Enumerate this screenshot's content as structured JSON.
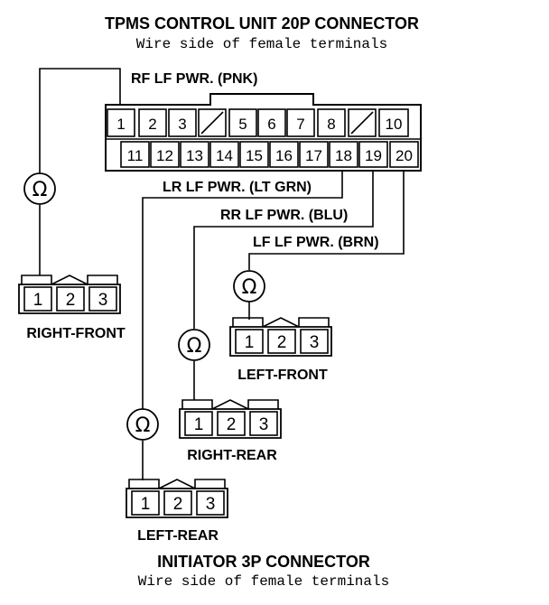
{
  "header": {
    "title": "TPMS CONTROL UNIT 20P CONNECTOR",
    "subtitle": "Wire side of female terminals"
  },
  "tpms_connector": {
    "top_row": [
      "1",
      "2",
      "3",
      "",
      "5",
      "6",
      "7",
      "8",
      "",
      "10"
    ],
    "bottom_row": [
      "11",
      "12",
      "13",
      "14",
      "15",
      "16",
      "17",
      "18",
      "19",
      "20"
    ]
  },
  "wires": {
    "rf": "RF LF PWR. (PNK)",
    "lr": "LR LF PWR. (LT GRN)",
    "rr": "RR LF PWR. (BLU)",
    "lf": "LF LF PWR. (BRN)"
  },
  "ohmmeter": {
    "symbol": "Ω",
    "icon": "ohmmeter-icon"
  },
  "initiators": [
    {
      "id": "right-front",
      "label": "RIGHT-FRONT",
      "pins": [
        "1",
        "2",
        "3"
      ]
    },
    {
      "id": "left-front",
      "label": "LEFT-FRONT",
      "pins": [
        "1",
        "2",
        "3"
      ]
    },
    {
      "id": "right-rear",
      "label": "RIGHT-REAR",
      "pins": [
        "1",
        "2",
        "3"
      ]
    },
    {
      "id": "left-rear",
      "label": "LEFT-REAR",
      "pins": [
        "1",
        "2",
        "3"
      ]
    }
  ],
  "footer": {
    "title": "INITIATOR 3P CONNECTOR",
    "subtitle": "Wire side of female terminals"
  }
}
